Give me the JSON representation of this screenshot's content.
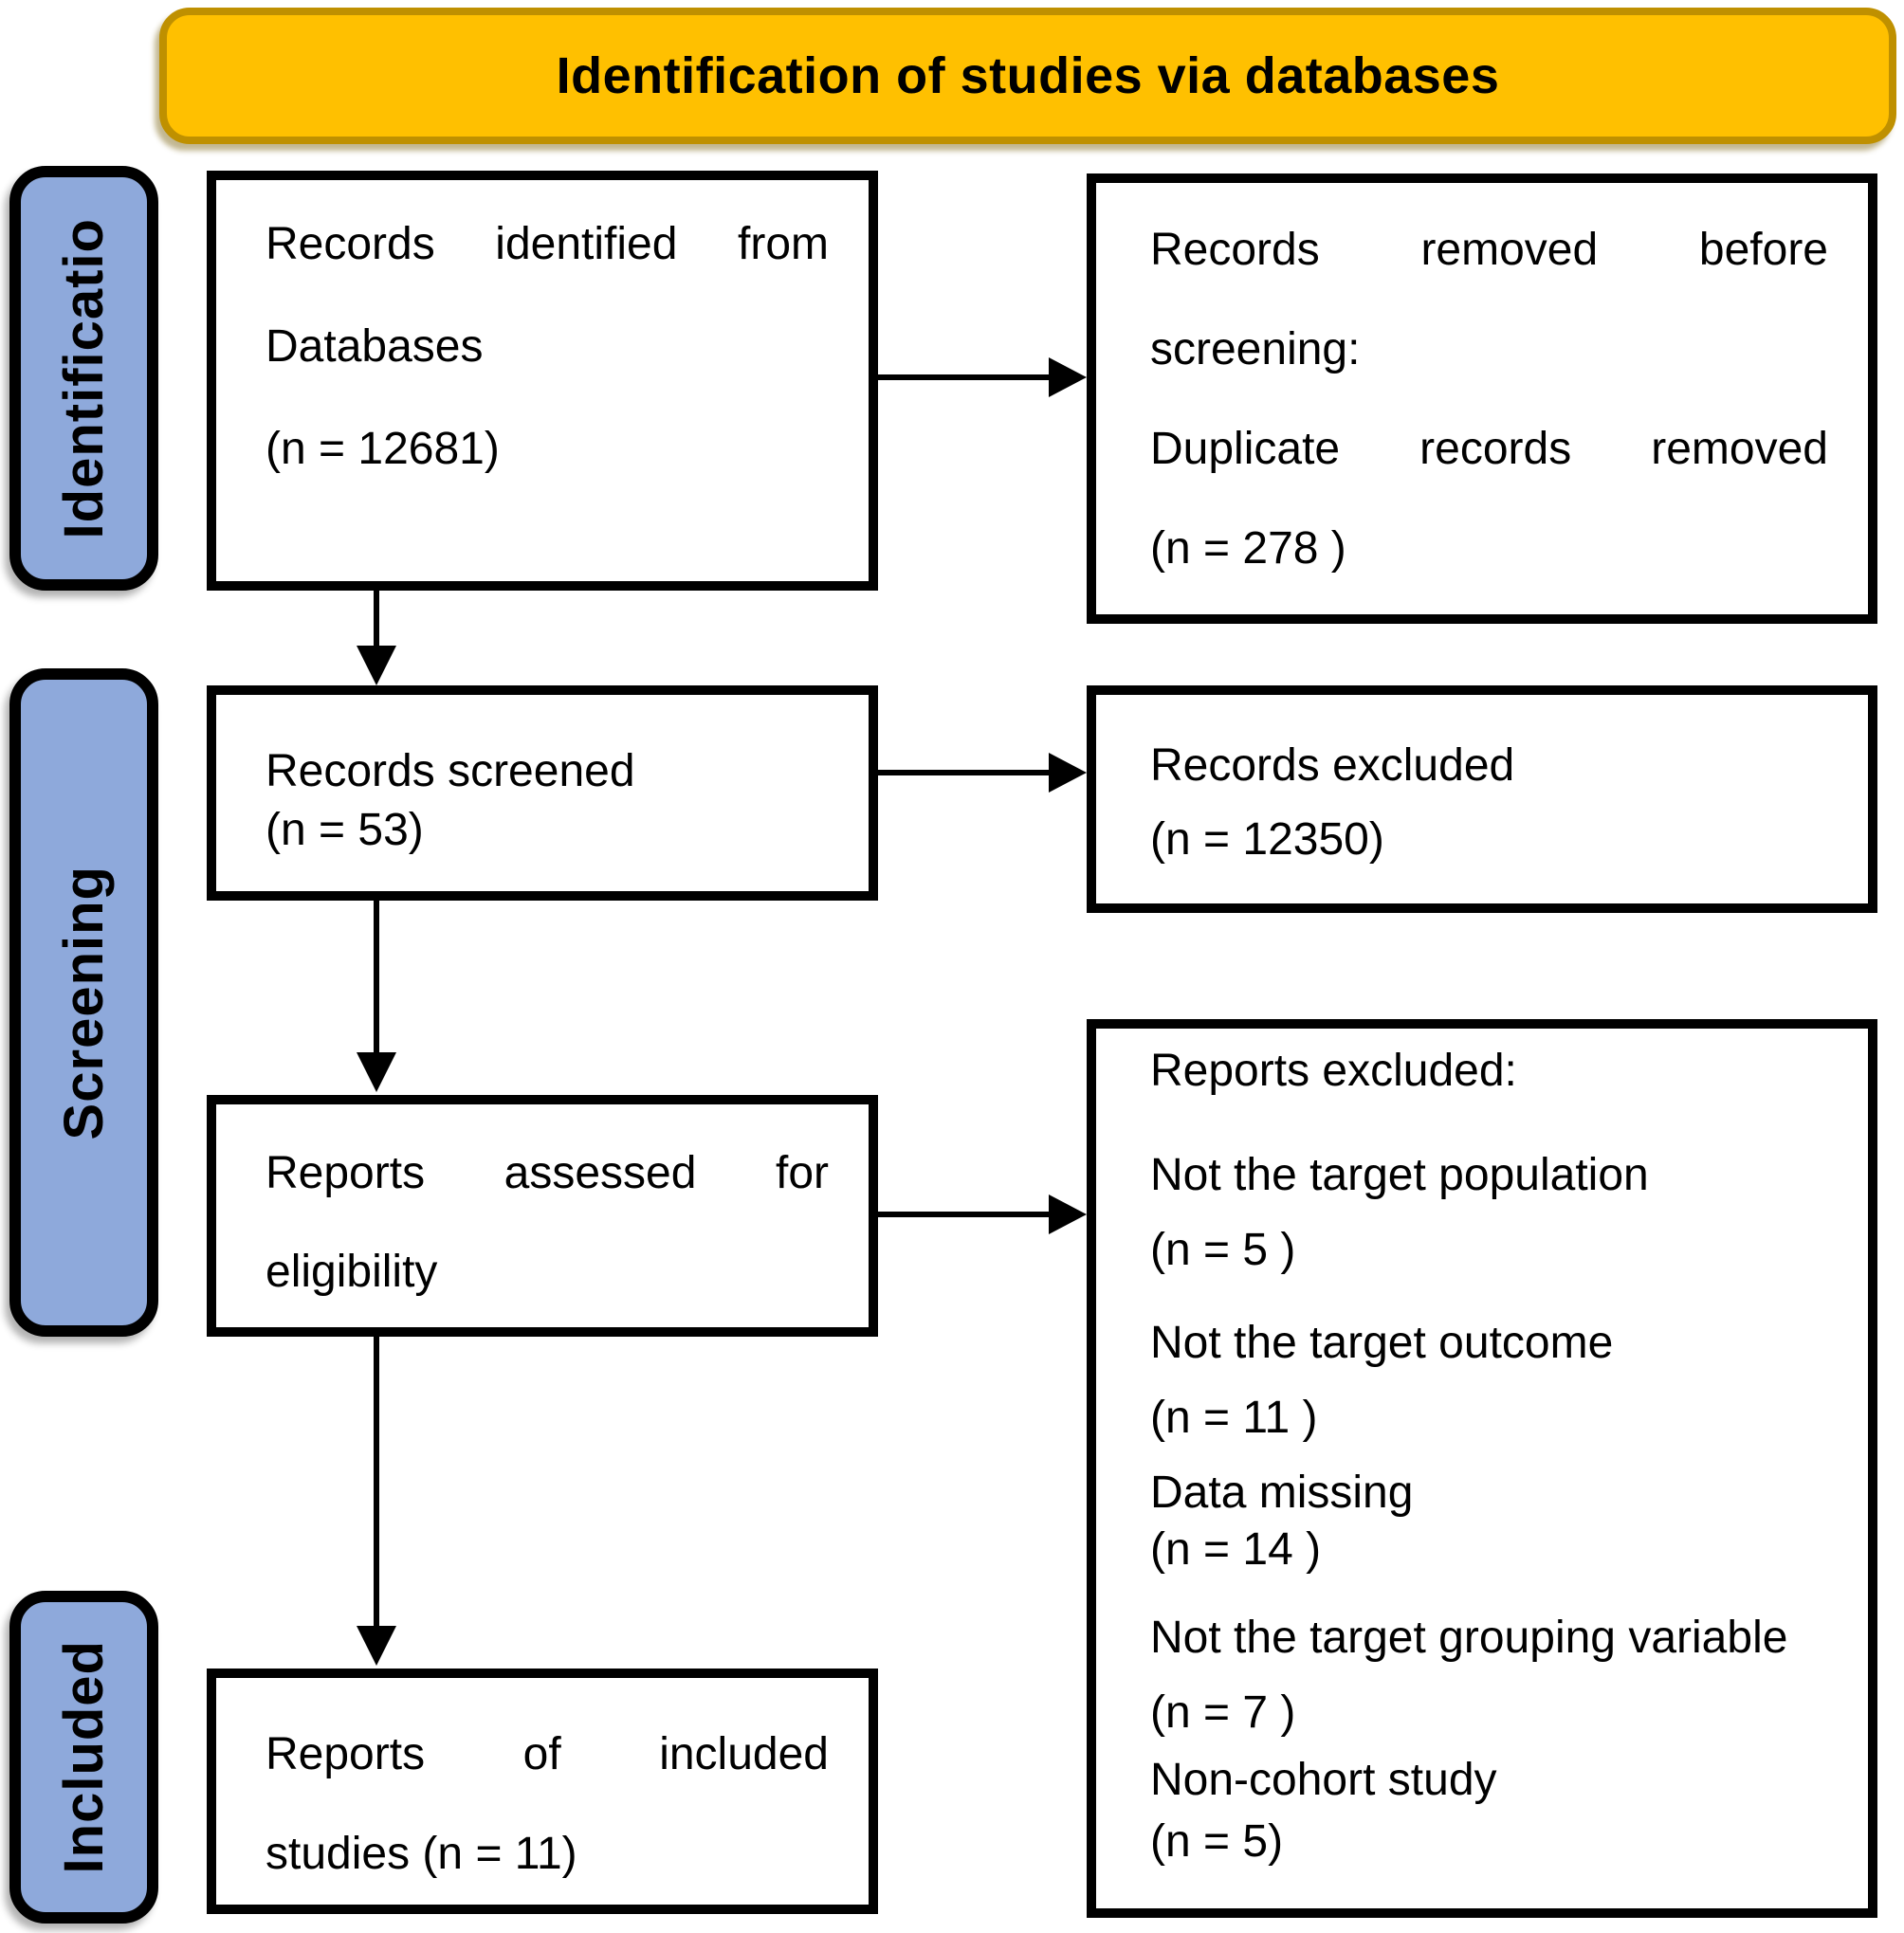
{
  "banner": {
    "title": "Identification of studies via databases"
  },
  "colors": {
    "banner_fill": "#FFC000",
    "banner_border": "#BF9000",
    "stage_fill": "#8EA9DB",
    "box_border": "#000000",
    "text": "#000000"
  },
  "stages": [
    {
      "label": "Identificatio"
    },
    {
      "label": "Screening"
    },
    {
      "label": "Included"
    }
  ],
  "boxes": {
    "records_identified": {
      "lines": [
        "Records identified from",
        "Databases",
        "(n = 12681)"
      ]
    },
    "records_removed": {
      "lines": [
        "Records removed before",
        "screening:",
        "Duplicate records removed",
        "(n = 278 )"
      ]
    },
    "records_screened": {
      "lines": [
        "Records screened",
        "(n = 53)"
      ]
    },
    "records_excluded": {
      "lines": [
        "Records excluded",
        "(n = 12350)"
      ]
    },
    "reports_assessed": {
      "lines": [
        "Reports assessed for",
        "eligibility"
      ]
    },
    "reports_excluded": {
      "lines": [
        "Reports excluded:",
        "Not the target population",
        "(n = 5 )",
        "Not the target outcome",
        "(n = 11 )",
        "Data missing",
        "(n = 14 )",
        "Not the target grouping variable",
        "(n = 7 )",
        "Non-cohort study",
        "(n = 5)"
      ]
    },
    "reports_included": {
      "lines": [
        "Reports of included",
        "studies (n = 11)"
      ]
    }
  }
}
